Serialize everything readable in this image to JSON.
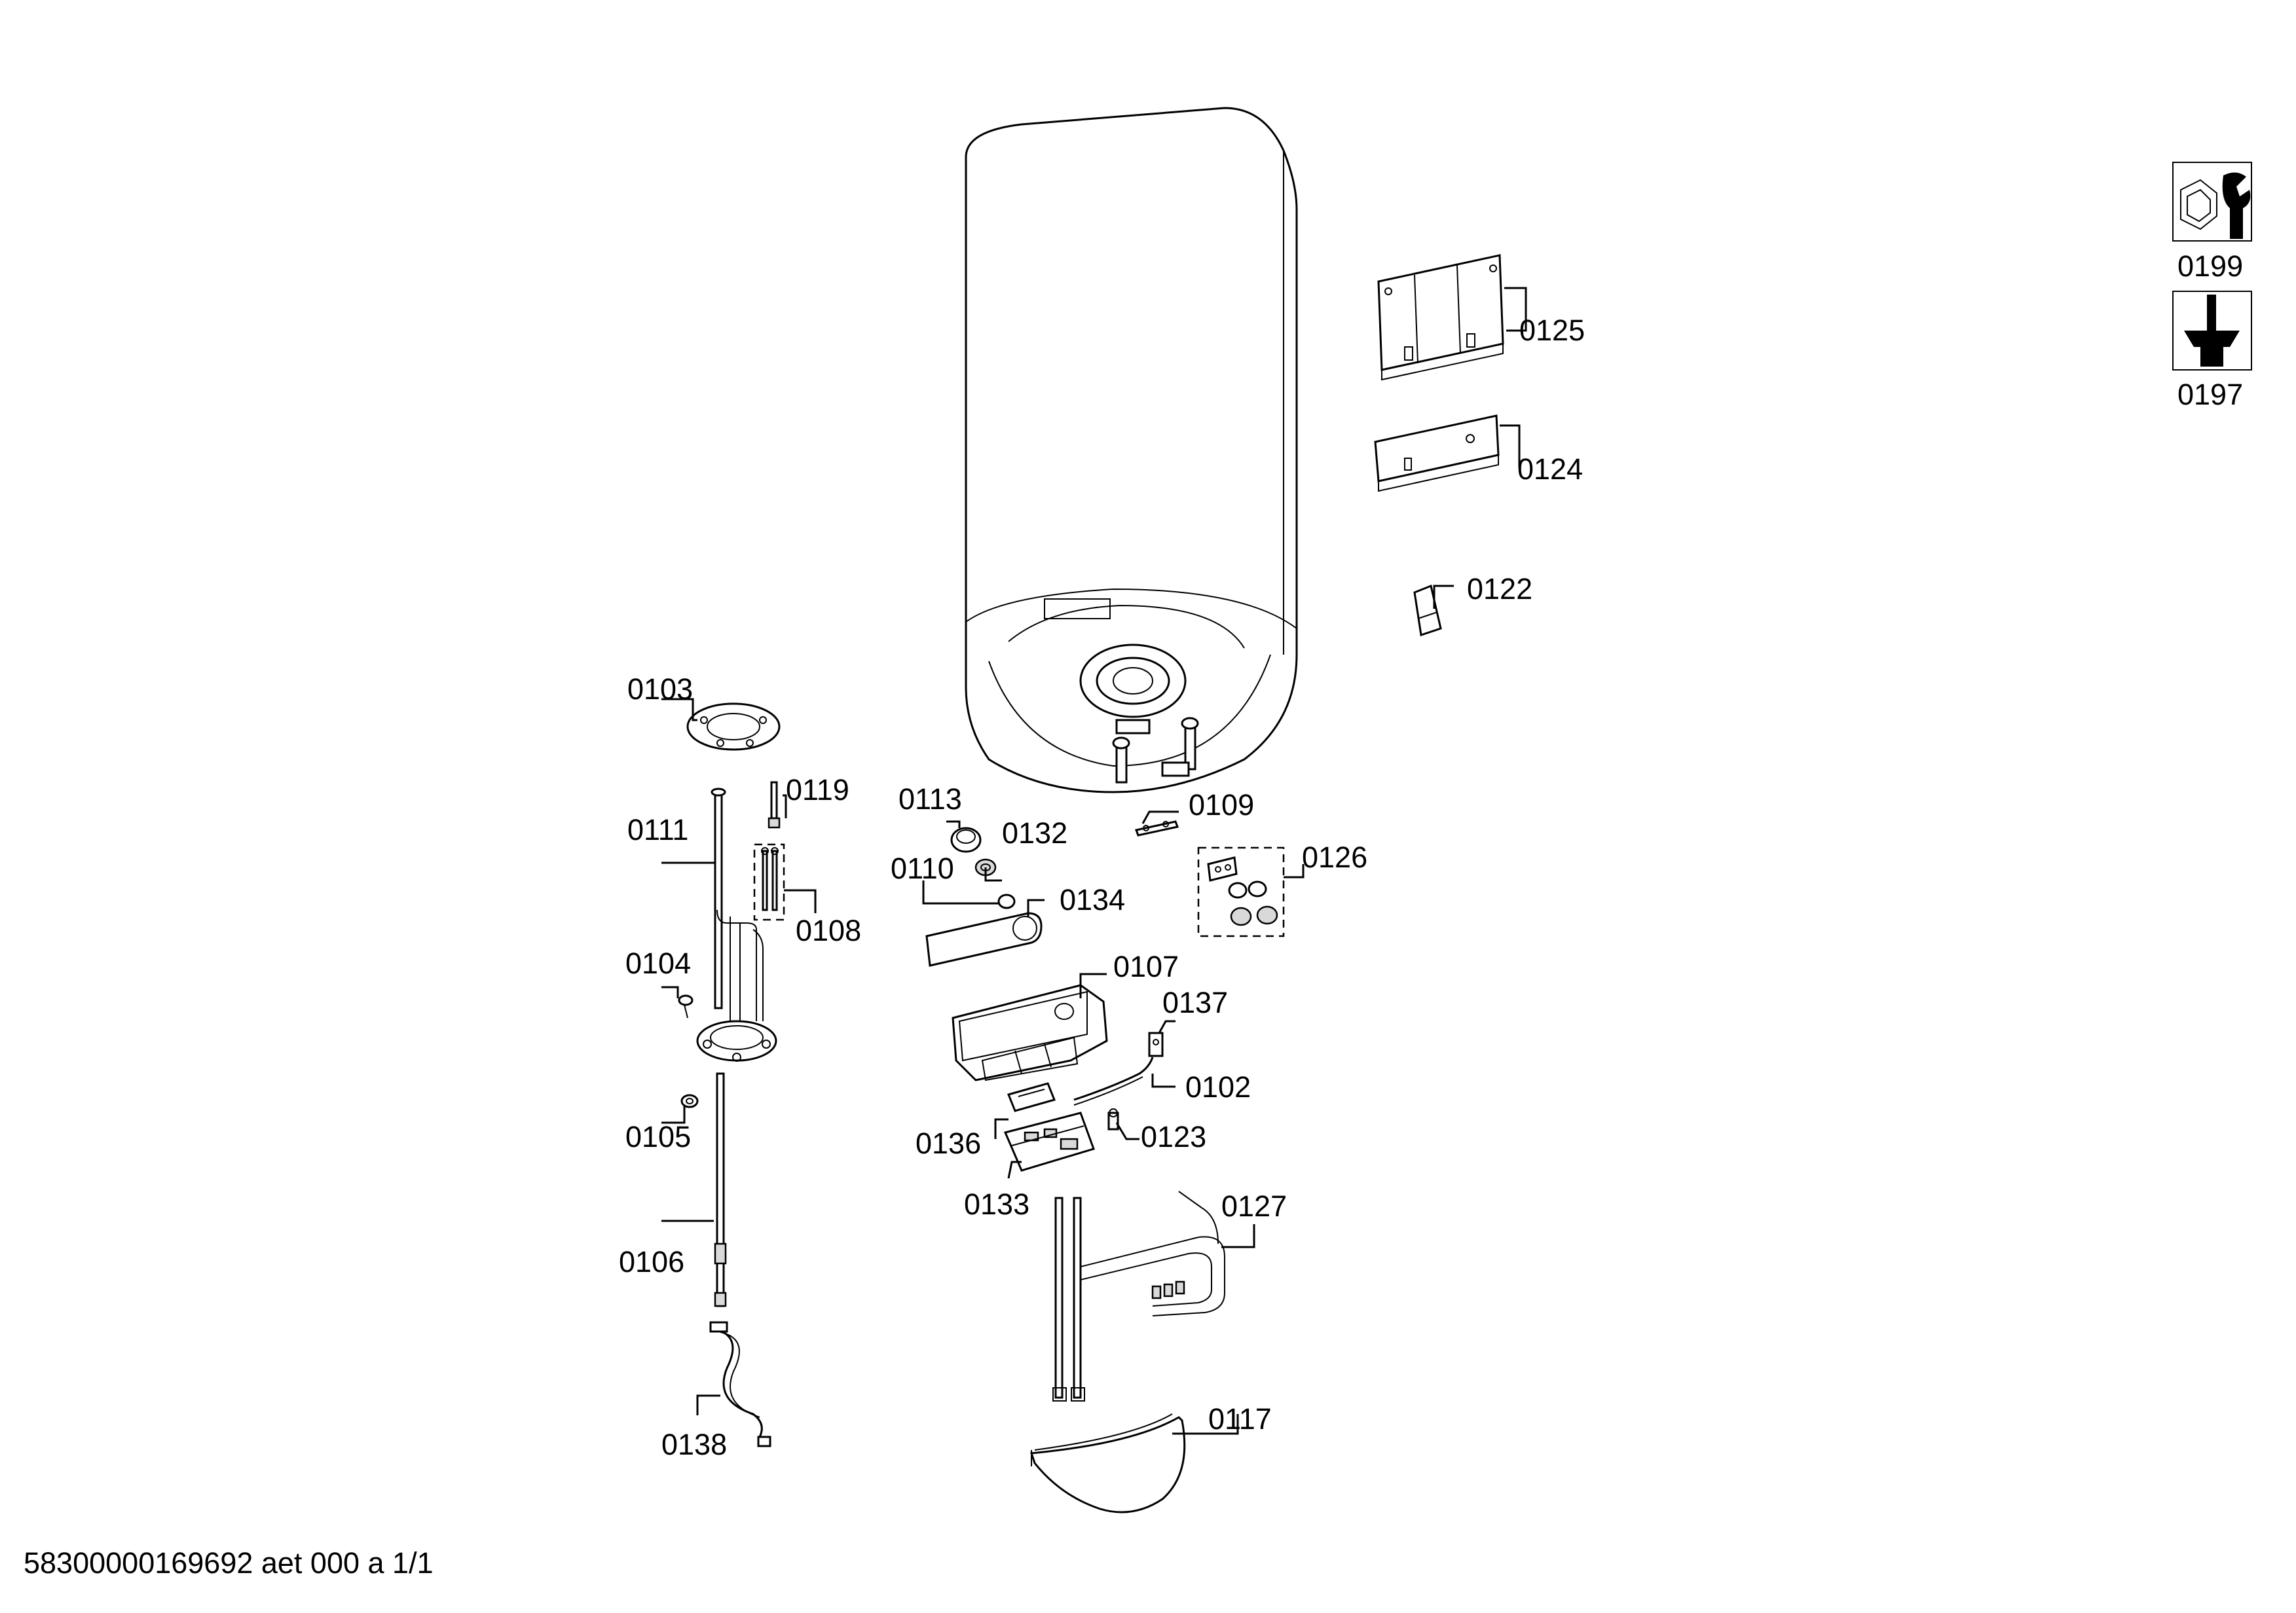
{
  "diagram": {
    "labels": {
      "p0199": "0199",
      "p0197": "0197",
      "p0125": "0125",
      "p0124": "0124",
      "p0122": "0122",
      "p0103": "0103",
      "p0119": "0119",
      "p0111": "0111",
      "p0108": "0108",
      "p0104": "0104",
      "p0105": "0105",
      "p0106": "0106",
      "p0138": "0138",
      "p0113": "0113",
      "p0132": "0132",
      "p0110": "0110",
      "p0134": "0134",
      "p0109": "0109",
      "p0126": "0126",
      "p0107": "0107",
      "p0137": "0137",
      "p0102": "0102",
      "p0136": "0136",
      "p0123": "0123",
      "p0133": "0133",
      "p0127": "0127",
      "p0117": "0117"
    },
    "icons": {
      "tool_wrench": "wrench-icon",
      "tool_screwdriver": "screwdriver-icon"
    }
  },
  "footer": {
    "doc_code": "58300000169692 aet 000 a 1/1"
  }
}
